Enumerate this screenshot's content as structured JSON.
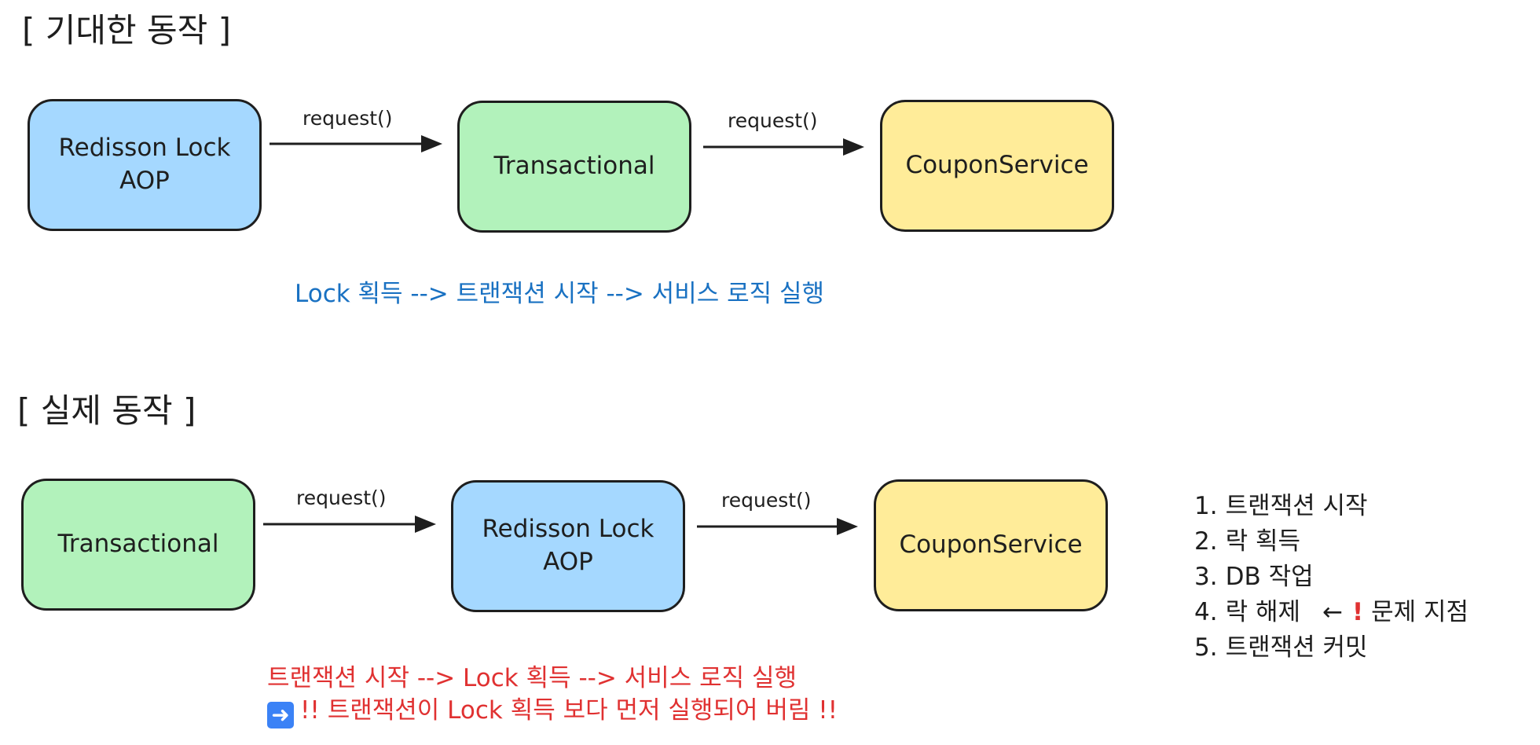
{
  "expected": {
    "heading": "[ 기대한 동작 ]",
    "boxes": [
      {
        "label": "Redisson Lock\nAOP",
        "color": "#a5d8ff"
      },
      {
        "label": "Transactional",
        "color": "#b2f2bb"
      },
      {
        "label": "CouponService",
        "color": "#ffec99"
      }
    ],
    "arrows": [
      {
        "label": "request()"
      },
      {
        "label": "request()"
      }
    ],
    "note": "Lock 획득 --> 트랜잭션 시작 --> 서비스 로직 실행"
  },
  "actual": {
    "heading": "[ 실제 동작 ]",
    "boxes": [
      {
        "label": "Transactional",
        "color": "#b2f2bb"
      },
      {
        "label": "Redisson Lock\nAOP",
        "color": "#a5d8ff"
      },
      {
        "label": "CouponService",
        "color": "#ffec99"
      }
    ],
    "arrows": [
      {
        "label": "request()"
      },
      {
        "label": "request()"
      }
    ],
    "note_line1": "트랜잭션 시작 --> Lock 획득 --> 서비스 로직 실행",
    "note_line2": "!! 트랜잭션이 Lock 획득 보다 먼저 실행되어 버림 !!",
    "note_icon": "right-arrow-emoji-icon"
  },
  "steps": [
    {
      "num": "1.",
      "text": "트랜잭션 시작"
    },
    {
      "num": "2.",
      "text": "락 획득"
    },
    {
      "num": "3.",
      "text": "DB 작업"
    },
    {
      "num": "4.",
      "text": "락 해제",
      "arrow": "←",
      "warn": "!",
      "note": "문제 지점"
    },
    {
      "num": "5.",
      "text": "트랜잭션 커밋"
    }
  ],
  "colors": {
    "stroke": "#1e1e1e",
    "note_blue": "#1971c2",
    "note_red": "#e03131"
  }
}
